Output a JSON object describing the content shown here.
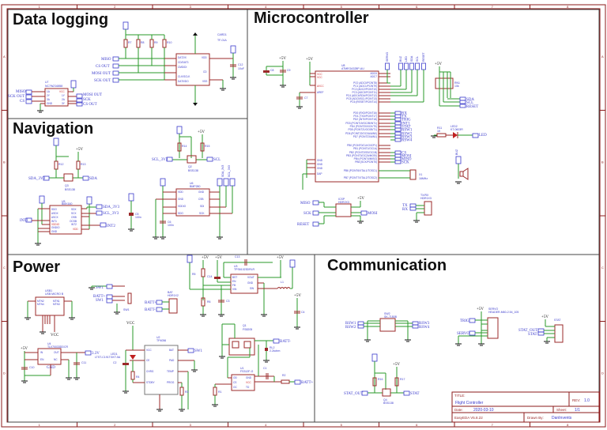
{
  "sections": {
    "data_logging": "Data logging",
    "navigation": "Navigation",
    "microcontroller": "Microcontroller",
    "power": "Power",
    "communication": "Communication"
  },
  "border_ticks": {
    "top": [
      "1",
      "2",
      "3",
      "4",
      "5",
      "6",
      "7",
      "8"
    ],
    "left": [
      "A",
      "B",
      "C",
      "D"
    ]
  },
  "title_block": {
    "title_label": "TITLE:",
    "title": "Flight Controller",
    "rev_label": "REV:",
    "rev": "1.0",
    "date_label": "Date:",
    "date": "2020-03-10",
    "sheet_label": "Sheet:",
    "sheet": "1/1",
    "tool": "EasyEDA V5.8.22",
    "drawn_by_label": "Drawn By:",
    "drawn_by": "DanInvents"
  },
  "data_logging": {
    "power": "3.3V",
    "resistors": [
      {
        "ref": "R7",
        "val": "10k"
      },
      {
        "ref": "R8",
        "val": "10k"
      },
      {
        "ref": "R9",
        "val": "10k"
      },
      {
        "ref": "R10",
        "val": "10k"
      }
    ],
    "inputs": [
      "MISO",
      "CS OUT",
      "MOSI OUT",
      "SCK OUT"
    ],
    "sdcard": {
      "ref": "CARD1",
      "part": "TF-01A",
      "pins": [
        "DAT2/X",
        "CD/DAT3",
        "CMD/DI",
        "CLK/SCLK",
        "DAT0/DO",
        "DAT1/X"
      ],
      "right_pins": [
        "VDD",
        "CD",
        "VSS"
      ]
    },
    "cap": {
      "ref": "C12",
      "val": "10uF"
    },
    "buffer": {
      "ref": "U7",
      "part": "NC7WZ16858",
      "pins_left": [
        "1A",
        "2Y",
        "3A",
        "GND"
      ],
      "pins_right": [
        "VCC",
        "1Y",
        "2A",
        "3Y"
      ]
    },
    "buffer_in": [
      "MISO",
      "SCK OUT",
      "CS"
    ],
    "buffer_out": [
      "MOSI OUT",
      "SCK",
      "CS OUT"
    ]
  },
  "navigation": {
    "level_shift_1": {
      "ref": "Q3",
      "part": "BSS138",
      "r1": {
        "ref": "R12",
        "val": "10k"
      },
      "r2": {
        "ref": "R13",
        "val": "10k"
      },
      "left": "SDA_3V3",
      "right": "SDA",
      "vlow": "3.3V",
      "vhigh": "+5V"
    },
    "level_shift_2": {
      "ref": "Q2",
      "part": "BSS138",
      "r1": {
        "ref": "R14",
        "val": "10k"
      },
      "r2": {
        "ref": "R15",
        "val": "10k"
      },
      "left": "SCL_3V3",
      "right": "SCL",
      "vlow": "3.3V",
      "vhigh": "+5V"
    },
    "imu": {
      "ref": "U5",
      "part": "BMX160",
      "pins_left": [
        "SDO",
        "ASDX",
        "ASCX",
        "INT1",
        "VDDIO",
        "GNDIO",
        "GND"
      ],
      "pins_right": [
        "SDX",
        "SCX",
        "OSB",
        "OCSB",
        "INT2",
        "VDD"
      ],
      "nets": [
        "SDA_3V3",
        "SCL_3V3",
        "INT1",
        "INT2"
      ]
    },
    "cap_c5": {
      "ref": "C5",
      "val": "100n"
    },
    "baro": {
      "ref": "U6",
      "part": "BMP280",
      "pins_left": [
        "VDD",
        "GND",
        "VDDIO",
        "SDO"
      ],
      "pins_right": [
        "GND",
        "CSB",
        "SDI",
        "SCK"
      ],
      "nets": [
        "3.3V",
        "SDA_3V3",
        "SCL_3V3"
      ]
    },
    "cap_c6": {
      "ref": "C6",
      "val": "100n"
    }
  },
  "microcontroller": {
    "mcu": {
      "ref": "U8",
      "part": "ATMEGA328P-AU",
      "pins_left": [
        "VCC",
        "VCC",
        "AVCC",
        "AREF",
        "GND",
        "GND",
        "GND",
        "GND",
        "DAP"
      ],
      "pins_right": [
        "ADC6",
        "ADC7",
        "PC0 (ADC0/PCINT8)",
        "PC1 (ADC1/PCINT9)",
        "PC2 (ADC2/PCINT10)",
        "PC3 (ADC3/PCINT11)",
        "PC4 (ADC4/SDA/PCINT12)",
        "PC5 (ADC5/SCL/PCINT13)",
        "PC6 (RESET/PCINT14)",
        "PD0 (RXD/PCINT16)",
        "PD1 (TXD/PCINT17)",
        "PD2 (INT0/PCINT18)",
        "PD3 (PCINT19/OC2B/INT1)",
        "PD4 (PCINT20/XCK/T0)",
        "PD5 (PCINT21/OC0B/T1)",
        "PD6 (PCINT22/OC0A/AIN0)",
        "PD7 (PCINT23/AIN1)",
        "PB0 (PCINT0/CLKO/ICP1)",
        "PB1 (PCINT1/OC1A)",
        "PB2 (PCINT2/SS/OC1B)",
        "PB3 (PCINT3/OC2A/MOSI)",
        "PB4 (PCINT4/MISO)",
        "PB5 (SCK/PCINT5)",
        "PB6 (PCINT6/XTAL1/TOSC1)",
        "PB7 (PCINT7/XTAL2/TOSC2)"
      ]
    },
    "top_nets": [
      "SERVO",
      "BUZ",
      "LED",
      "SDA",
      "SCL",
      "RESET"
    ],
    "right_nets": [
      "RX",
      "TX",
      "TRIG",
      "INT1",
      "STAT",
      "RSW1",
      "RSW2",
      "RSW3",
      "RSW4",
      "CS",
      "MOSI",
      "MISO",
      "SCK"
    ],
    "caps": [
      {
        "ref": "C8",
        "val": "1u"
      },
      {
        "ref": "C9",
        "val": "10u"
      },
      {
        "ref": "C7",
        "val": "100n"
      }
    ],
    "rn": {
      "ref": "RN1",
      "val": "10k",
      "nets": [
        "SDA",
        "SCL",
        "RESET"
      ]
    },
    "led": {
      "ref": "LED2",
      "part": "KT-0603R",
      "r": {
        "ref": "R11",
        "val": "1K"
      },
      "net": "LED"
    },
    "crystal": {
      "ref": "X1",
      "val": "16MHz"
    },
    "buzzer": {
      "net": "BUZ"
    },
    "icsp": {
      "ref": "ICSP",
      "part": "HDR2X3",
      "left": [
        "MISO",
        "SCK",
        "RESET"
      ],
      "right": [
        "MOSI"
      ],
      "power": "+5V"
    },
    "uart": {
      "ref": "TX/RX",
      "part": "HDR1X3",
      "nets": [
        "TX",
        "RX"
      ]
    }
  },
  "power": {
    "usb": {
      "ref": "USB1",
      "part": "USB MICRO B",
      "pins": [
        "MTN2",
        "MTN4",
        "MTN1",
        "MTN3"
      ],
      "net": "VCC"
    },
    "switch": {
      "ref": "SW1",
      "nets": [
        "SW1",
        "BATT+",
        "SW1"
      ]
    },
    "bat": {
      "ref": "BAT",
      "part": "HDR1X2",
      "nets": [
        "BATT+",
        "BATT-"
      ]
    },
    "ldo": {
      "ref": "U4",
      "part": "TLV70033DDCR",
      "pins": [
        "IN",
        "EN",
        "OUT",
        "NC",
        "GND"
      ],
      "in": "+5V",
      "out": "3.3V",
      "c_in": {
        "ref": "C10",
        "val": "1u"
      },
      "c_out": {
        "ref": "C11",
        "val": "1u"
      }
    },
    "boost": {
      "ref": "U3",
      "part": "TPS61023DRLR",
      "pins": [
        "BST",
        "EN",
        "FB",
        "VIN",
        "VOUT",
        "GND",
        "SW"
      ],
      "c13": {
        "ref": "C13",
        "val": "1u"
      },
      "c14": {
        "ref": "C14",
        "val": "22p"
      },
      "r5": {
        "ref": "R5",
        "val": "215k"
      },
      "r6": {
        "ref": "R6",
        "val": "100k"
      },
      "c3": {
        "ref": "C3",
        "val": "22u"
      },
      "c4": {
        "ref": "C4",
        "val": "22u"
      },
      "l1": {
        "ref": "L1",
        "val": "1uH"
      }
    },
    "charger": {
      "ref": "U2",
      "part": "TP4056",
      "pins_left": [
        "VCC",
        "CE",
        "CHRG",
        "STDBY"
      ],
      "pins_right": [
        "BAT",
        "PAD",
        "TEMP",
        "PROG"
      ],
      "net_in": "VCC",
      "net_out": "SW1",
      "led": {
        "ref": "LED1",
        "part": "LTST-C191TGKT-5A"
      },
      "c2": {
        "ref": "C2",
        "val": "10u"
      },
      "r4": {
        "ref": "R4",
        "val": "1k"
      },
      "r3": {
        "ref": "R3",
        "val": "2k"
      }
    },
    "protection": {
      "ref": "U1",
      "part": "FS312F-G",
      "pins": [
        "OD",
        "CS",
        "OC",
        "GND",
        "VCC",
        "TD"
      ],
      "q1": {
        "ref": "Q1",
        "part": "FS8205"
      },
      "c1": {
        "ref": "C1",
        "val": "1u"
      },
      "r1": {
        "ref": "R1",
        "val": "1k"
      },
      "r2": {
        "ref": "R2",
        "val": "100"
      },
      "rl": {
        "ref": "RL2",
        "val": "2.2kohm"
      },
      "nets": [
        "BATT-",
        "BATT+"
      ]
    }
  },
  "communication": {
    "rswitch": {
      "ref": "SW2",
      "part": "SK-7150B",
      "left": [
        "RSW1",
        "RSW2"
      ],
      "right": [
        "RSW3",
        "RSW4"
      ]
    },
    "servo": {
      "ref": "SERVO",
      "part": "HEADER-M60-2.54_105",
      "nets": [
        "TRIG",
        "SERVO"
      ],
      "power": "+5V"
    },
    "stat": {
      "ref": "STAT",
      "nets": [
        "STAT_OUT",
        "STAT"
      ],
      "power": "+5V"
    },
    "level_shift": {
      "ref": "Q4",
      "part": "BSS138",
      "r1": {
        "ref": "R16",
        "val": "10k"
      },
      "r2": {
        "ref": "R17",
        "val": "10k"
      },
      "left": "STAT_OUT",
      "right": "STAT",
      "vlow": "3.3V",
      "vhigh": "+5V"
    }
  }
}
